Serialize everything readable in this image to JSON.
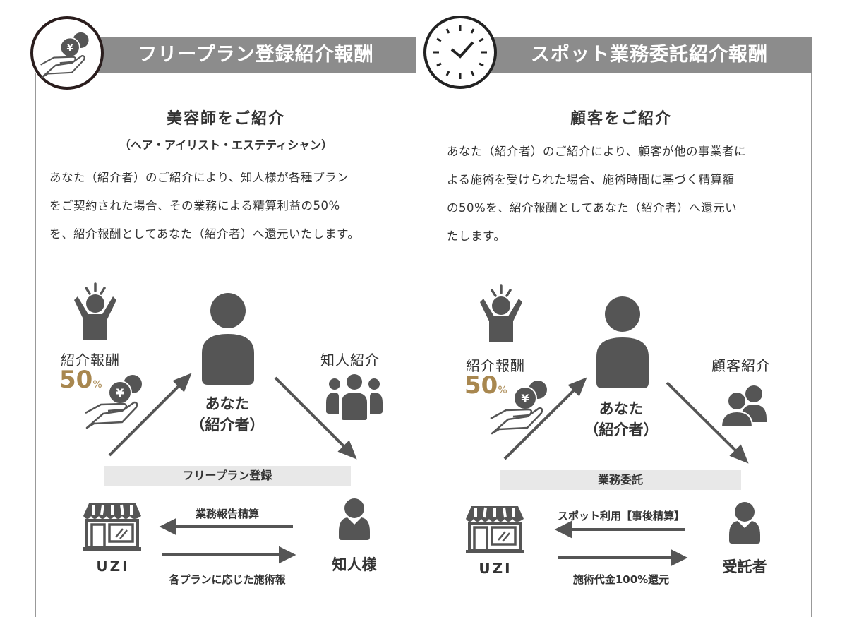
{
  "left_panel": {
    "header": "フリープラン登録紹介報酬",
    "badge_icon": "hand-coin-icon",
    "heading": "美容師をご紹介",
    "subheading": "（ヘア・アイリスト・エステティシャン）",
    "paragraph": [
      "あなた（紹介者）のご紹介により、知人様が各種プラン",
      "をご契約された場合、その業務による精算利益の50%",
      "を、紹介報酬としてあなた（紹介者）へ還元いたします。"
    ],
    "reward_label": "紹介報酬",
    "reward_value": "50",
    "reward_unit": "%",
    "you_label": "あなた",
    "you_sub": "（紹介者）",
    "intro_label": "知人紹介",
    "bar_label": "フリープラン登録",
    "store_label": "UZI",
    "left_arrow_label": "業務報告精算",
    "right_arrow_label": "各プランに応じた施術報",
    "target_label": "知人様"
  },
  "right_panel": {
    "header": "スポット業務委託紹介報酬",
    "badge_icon": "clock-icon",
    "heading": "顧客をご紹介",
    "paragraph": [
      "あなた（紹介者）のご紹介により、顧客が他の事業者に",
      "よる施術を受けられた場合、施術時間に基づく精算額",
      "の50%を、紹介報酬としてあなた（紹介者）へ還元い",
      "たします。"
    ],
    "reward_label": "紹介報酬",
    "reward_value": "50",
    "reward_unit": "%",
    "you_label": "あなた",
    "you_sub": "（紹介者）",
    "intro_label": "顧客紹介",
    "bar_label": "業務委託",
    "store_label": "UZI",
    "left_arrow_label": "スポット利用【事後精算】",
    "right_arrow_label": "施術代金100%還元",
    "target_label": "受託者"
  },
  "colors": {
    "header_bar": "#8c8c8c",
    "accent_gold": "#a8874f",
    "icon": "#555555",
    "label_bar": "#e8e8e8"
  }
}
